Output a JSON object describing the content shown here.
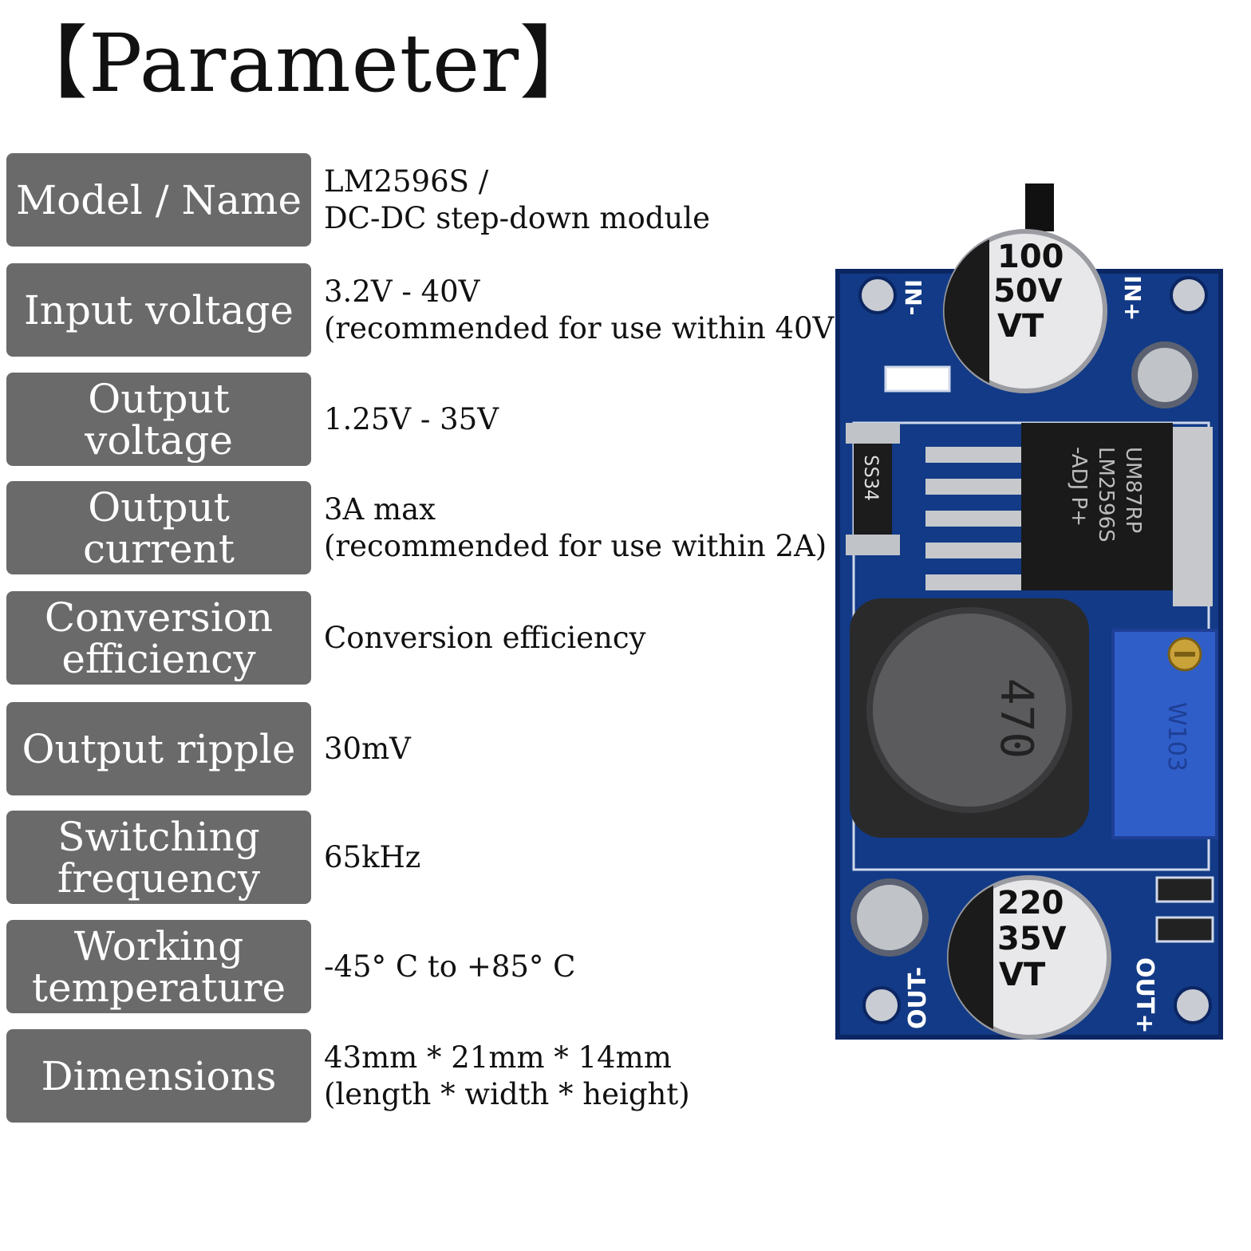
{
  "title": "【Parameter】",
  "rows": [
    {
      "label": "Model / Name",
      "value_lines": [
        "LM2596S /",
        "DC-DC step-down module"
      ]
    },
    {
      "label": "Input voltage",
      "value_lines": [
        "3.2V - 40V",
        "(recommended for use within 40V)"
      ]
    },
    {
      "label": "Output voltage",
      "value_lines": [
        "1.25V - 35V"
      ]
    },
    {
      "label": "Output current",
      "value_lines": [
        "3A max",
        "(recommended for use within 2A)"
      ]
    },
    {
      "label": "Conversion\nefficiency",
      "value_lines": [
        "Conversion efficiency"
      ]
    },
    {
      "label": "Output ripple",
      "value_lines": [
        "30mV"
      ]
    },
    {
      "label": "Switching\nfrequency",
      "value_lines": [
        "65kHz"
      ]
    },
    {
      "label": "Working\ntemperature",
      "value_lines": [
        "-45°  C to +85°  C"
      ]
    },
    {
      "label": "Dimensions",
      "value_lines": [
        "43mm * 21mm * 14mm",
        "(length * width * height)"
      ]
    }
  ],
  "board": {
    "in_minus": "IN-",
    "in_plus": "IN+",
    "out_minus": "OUT-",
    "out_plus": "OUT+",
    "cap_top_lines": [
      "100",
      "50V",
      "VT"
    ],
    "cap_bottom_lines": [
      "220",
      "35V",
      "VT"
    ],
    "chip_lines": [
      "UM87RP",
      "LM2596S",
      "-ADJ  P+"
    ],
    "diode_label": "SS34",
    "inductor_label": "470",
    "pot_label": "W103",
    "colors": {
      "pcb": "#123a86",
      "pcb_edge": "#0b2663",
      "trace": "#cfd8ea",
      "pot": "#2f5ec9",
      "inductor": "#2a2a2a"
    }
  }
}
